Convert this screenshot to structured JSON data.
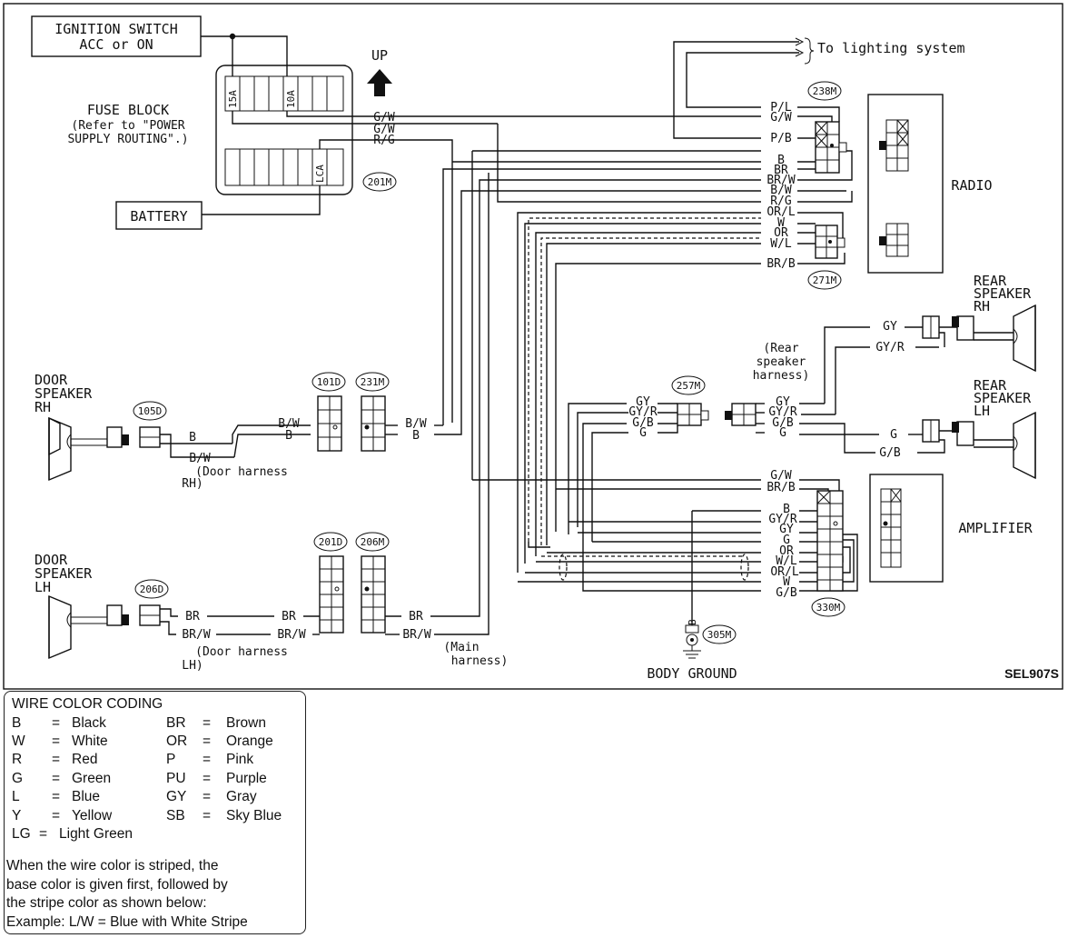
{
  "labels": {
    "ignition_1": "IGNITION SWITCH",
    "ignition_2": "ACC or ON",
    "up": "UP",
    "fuse_block_1": "FUSE BLOCK",
    "fuse_block_2": "(Refer to \"POWER",
    "fuse_block_3": "SUPPLY ROUTING\".)",
    "fuse_15a": "15A",
    "fuse_10a": "10A",
    "fuse_lca": "LCA",
    "battery": "BATTERY",
    "to_lighting": "To lighting system",
    "radio": "RADIO",
    "amplifier": "AMPLIFIER",
    "door_spk_rh_1": "DOOR",
    "door_spk_rh_2": "SPEAKER",
    "door_spk_rh_3": "RH",
    "door_spk_lh_1": "DOOR",
    "door_spk_lh_2": "SPEAKER",
    "door_spk_lh_3": "LH",
    "rear_spk_rh_1": "REAR",
    "rear_spk_rh_2": "SPEAKER",
    "rear_spk_rh_3": "RH",
    "rear_spk_lh_1": "REAR",
    "rear_spk_lh_2": "SPEAKER",
    "rear_spk_lh_3": "LH",
    "door_harness_rh_1": "(Door harness",
    "door_harness_rh_2": "RH)",
    "door_harness_lh_1": "(Door harness",
    "door_harness_lh_2": "LH)",
    "main_harness_1": "(Main",
    "main_harness_2": "harness)",
    "rear_harness_1": "(Rear",
    "rear_harness_2": "speaker",
    "rear_harness_3": "harness)",
    "body_ground": "BODY GROUND",
    "figure_id": "SEL907S"
  },
  "connectors": {
    "c201m": "201M",
    "c238m": "238M",
    "c271m": "271M",
    "c105d": "105D",
    "c101d": "101D",
    "c231m": "231M",
    "c257m": "257M",
    "c206d": "206D",
    "c201d": "201D",
    "c206m": "206M",
    "c330m": "330M",
    "c305m": "305M"
  },
  "wires": {
    "w_gw1": "G/W",
    "w_gw2": "G/W",
    "w_rg1": "R/G",
    "w_pl": "P/L",
    "w_gw3": "G/W",
    "w_pb": "P/B",
    "w_b1": "B",
    "w_br1": "BR",
    "w_brw1": "BR/W",
    "w_bw1": "B/W",
    "w_rg2": "R/G",
    "w_orl1": "OR/L",
    "w_w1": "W",
    "w_or1": "OR",
    "w_wl1": "W/L",
    "w_brb1": "BR/B",
    "w_gy1": "GY",
    "w_gyr1": "GY/R",
    "w_gy2": "GY",
    "w_gyr2": "GY/R",
    "w_gb1": "G/B",
    "w_g1": "G",
    "w_gy3": "GY",
    "w_gyr3": "GY/R",
    "w_gb2": "G/B",
    "w_g2": "G",
    "w_g3": "G",
    "w_gb3": "G/B",
    "w_b2": "B",
    "w_bw2": "B/W",
    "w_bw3": "B/W",
    "w_b3": "B",
    "w_bw4": "B/W",
    "w_b4": "B",
    "w_gw4": "G/W",
    "w_brb2": "BR/B",
    "w_b5": "B",
    "w_gyr4": "GY/R",
    "w_gy4": "GY",
    "w_g4": "G",
    "w_or2": "OR",
    "w_wl2": "W/L",
    "w_orl2": "OR/L",
    "w_w2": "W",
    "w_gb4": "G/B",
    "w_br2": "BR",
    "w_br3": "BR",
    "w_br4": "BR",
    "w_brw2": "BR/W",
    "w_brw3": "BR/W",
    "w_brw4": "BR/W",
    "w_b6": "B"
  },
  "legend": {
    "title": "WIRE COLOR CODING",
    "left": [
      {
        "code": "B",
        "name": "Black"
      },
      {
        "code": "W",
        "name": "White"
      },
      {
        "code": "R",
        "name": "Red"
      },
      {
        "code": "G",
        "name": "Green"
      },
      {
        "code": "L",
        "name": "Blue"
      },
      {
        "code": "Y",
        "name": "Yellow"
      },
      {
        "code": "LG",
        "name": "Light Green"
      }
    ],
    "right": [
      {
        "code": "BR",
        "name": "Brown"
      },
      {
        "code": "OR",
        "name": "Orange"
      },
      {
        "code": "P",
        "name": "Pink"
      },
      {
        "code": "PU",
        "name": "Purple"
      },
      {
        "code": "GY",
        "name": "Gray"
      },
      {
        "code": "SB",
        "name": "Sky Blue"
      }
    ],
    "eq": "=",
    "note_1": "When the wire color is striped, the",
    "note_2": "base color is given first, followed by",
    "note_3": "the stripe color as shown below:",
    "note_4": "Example: L/W = Blue with White Stripe"
  }
}
